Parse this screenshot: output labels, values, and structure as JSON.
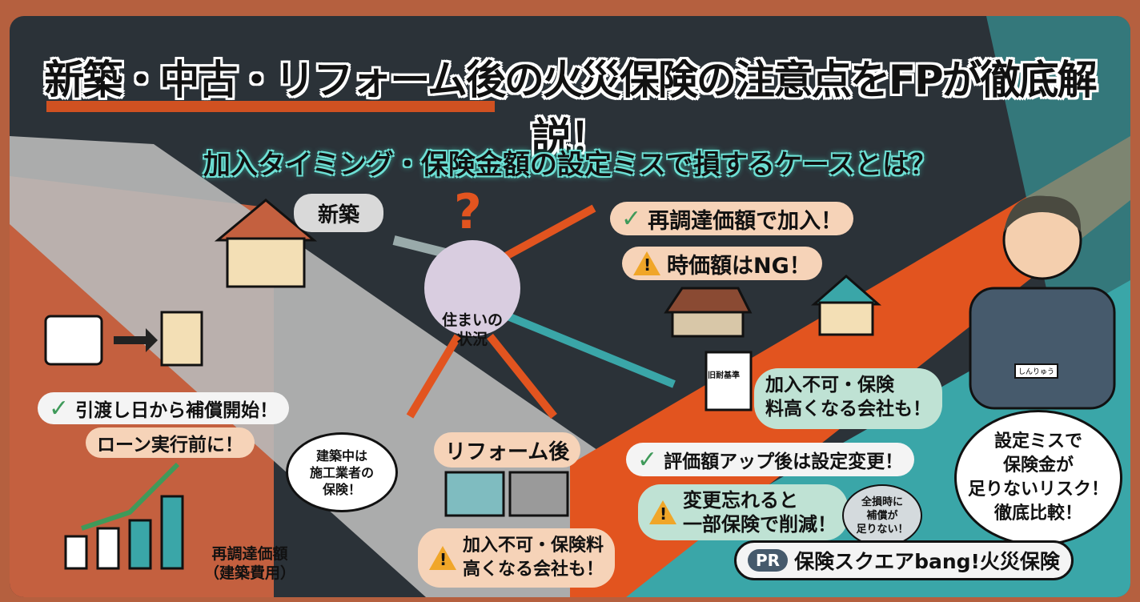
{
  "title": "新築・中古・リフォーム後の火災保険の注意点をFPが徹底解説！",
  "subtitle": "加入タイミング・保険金額の設定ミスで損するケースとは？",
  "center": {
    "question_mark": "?",
    "label_line1": "住まいの",
    "label_line2": "状況"
  },
  "new_build": {
    "label": "新築",
    "check1": "引渡し日から補償開始！",
    "check2": "ローン実行前に！",
    "thought_line1": "建築中は",
    "thought_line2": "施工業者の",
    "thought_line3": "保険！",
    "chart_label_line1": "再調達価額",
    "chart_label_line2": "（建築費用）"
  },
  "used": {
    "ok": "再調達価額で加入！",
    "ng": "時価額はNG！",
    "clipboard": "旧耐基準",
    "warn_line1": "加入不可・保険",
    "warn_line2": "料高くなる会社も！"
  },
  "reform": {
    "label": "リフォーム後",
    "warn_line1": "加入不可・保険料",
    "warn_line2": "高くなる会社も！",
    "ok": "評価額アップ後は設定変更！",
    "warn2_line1": "変更忘れると",
    "warn2_line2": "一部保険で削減！",
    "small_bubble_line1": "全損時に",
    "small_bubble_line2": "補償が",
    "small_bubble_line3": "足りない！"
  },
  "advisor": {
    "badge": "しんりゅう",
    "speech_line1": "設定ミスで",
    "speech_line2": "保険金が",
    "speech_line3": "足りないリスク！",
    "speech_line4": "徹底比較！"
  },
  "pr": {
    "tag": "PR",
    "text": "保険スクエアbang!火災保険"
  },
  "colors": {
    "orange": "#e2541f",
    "teal": "#3aa6a8",
    "dark": "#2b3238",
    "terracotta": "#c4603f"
  }
}
